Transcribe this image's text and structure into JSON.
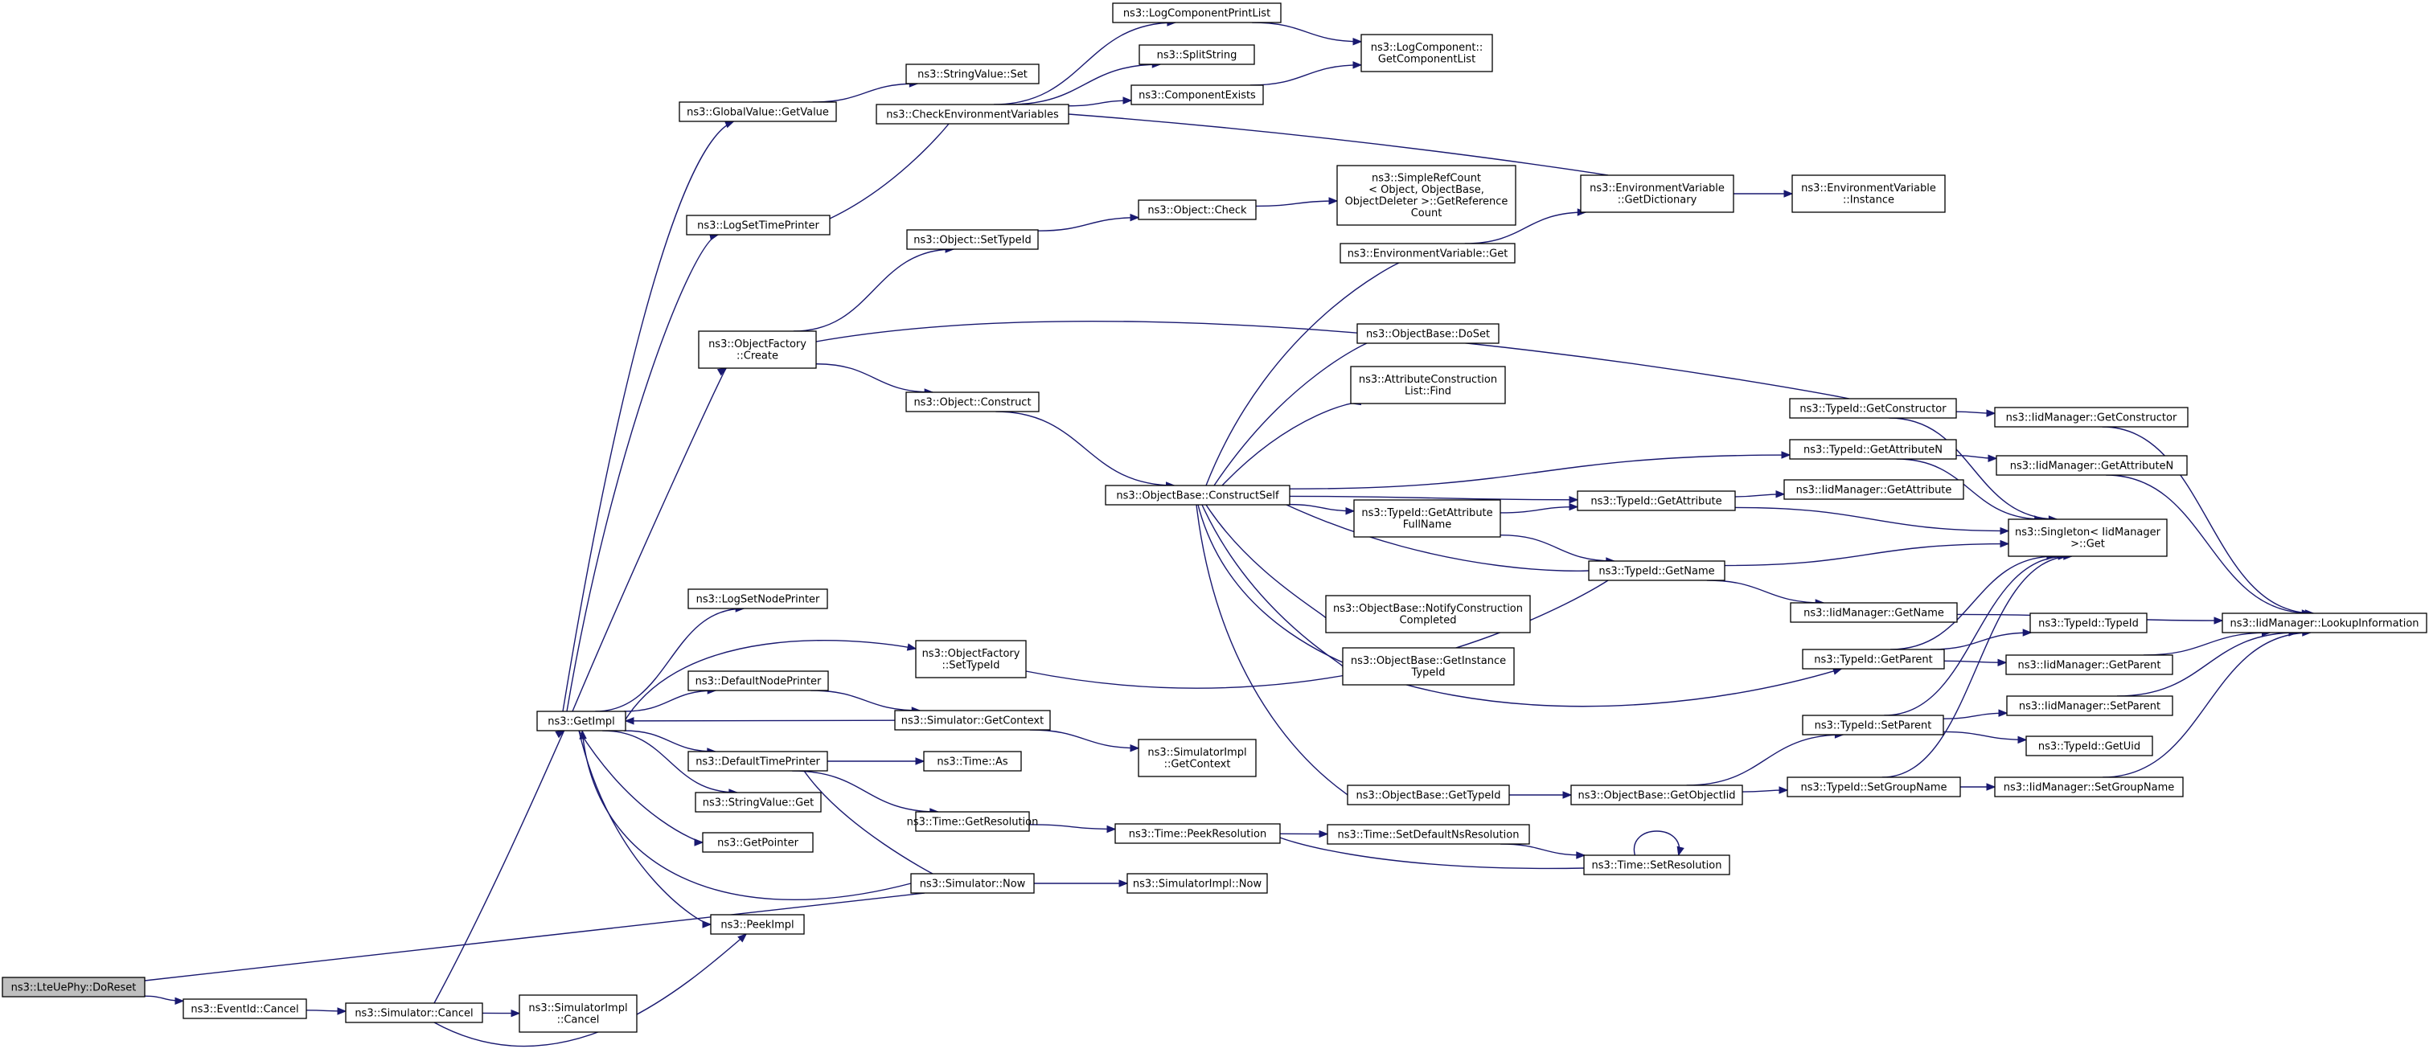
{
  "diagram": {
    "root": "ns3::LteUePhy::DoReset",
    "colors": {
      "edge": "#191970",
      "node_border": "#000000",
      "node_fill": "#ffffff",
      "root_fill": "#bfbfbf"
    },
    "nodes": [
      {
        "id": "doreset",
        "lines": [
          "ns3::LteUePhy::DoReset"
        ]
      },
      {
        "id": "evcancel",
        "lines": [
          "ns3::EventId::Cancel"
        ]
      },
      {
        "id": "simcancel",
        "lines": [
          "ns3::Simulator::Cancel"
        ]
      },
      {
        "id": "simimplcancel",
        "lines": [
          "ns3::SimulatorImpl",
          "::Cancel"
        ]
      },
      {
        "id": "getimpl",
        "lines": [
          "ns3::GetImpl"
        ]
      },
      {
        "id": "peekimpl",
        "lines": [
          "ns3::PeekImpl"
        ]
      },
      {
        "id": "getpointer",
        "lines": [
          "ns3::GetPointer"
        ]
      },
      {
        "id": "strvalget",
        "lines": [
          "ns3::StringValue::Get"
        ]
      },
      {
        "id": "deftimeprinter",
        "lines": [
          "ns3::DefaultTimePrinter"
        ]
      },
      {
        "id": "defnodeprinter",
        "lines": [
          "ns3::DefaultNodePrinter"
        ]
      },
      {
        "id": "logsetnodeprinter",
        "lines": [
          "ns3::LogSetNodePrinter"
        ]
      },
      {
        "id": "objfactcreate",
        "lines": [
          "ns3::ObjectFactory",
          "::Create"
        ]
      },
      {
        "id": "logsettimeprinter",
        "lines": [
          "ns3::LogSetTimePrinter"
        ]
      },
      {
        "id": "gvgetvalue",
        "lines": [
          "ns3::GlobalValue::GetValue"
        ]
      },
      {
        "id": "objfactsettypeid",
        "lines": [
          "ns3::ObjectFactory",
          "::SetTypeId"
        ]
      },
      {
        "id": "simgetcontext",
        "lines": [
          "ns3::Simulator::GetContext"
        ]
      },
      {
        "id": "simnow",
        "lines": [
          "ns3::Simulator::Now"
        ]
      },
      {
        "id": "timeas",
        "lines": [
          "ns3::Time::As"
        ]
      },
      {
        "id": "timegetres",
        "lines": [
          "ns3::Time::GetResolution"
        ]
      },
      {
        "id": "simimplgetctx",
        "lines": [
          "ns3::SimulatorImpl",
          "::GetContext"
        ]
      },
      {
        "id": "strvalset",
        "lines": [
          "ns3::StringValue::Set"
        ]
      },
      {
        "id": "checkenv",
        "lines": [
          "ns3::CheckEnvironmentVariables"
        ]
      },
      {
        "id": "objsettypeid",
        "lines": [
          "ns3::Object::SetTypeId"
        ]
      },
      {
        "id": "objconstruct",
        "lines": [
          "ns3::Object::Construct"
        ]
      },
      {
        "id": "simimplnow",
        "lines": [
          "ns3::SimulatorImpl::Now"
        ]
      },
      {
        "id": "timepeekres",
        "lines": [
          "ns3::Time::PeekResolution"
        ]
      },
      {
        "id": "logcompprintlist",
        "lines": [
          "ns3::LogComponentPrintList"
        ]
      },
      {
        "id": "splitstring",
        "lines": [
          "ns3::SplitString"
        ]
      },
      {
        "id": "compexists",
        "lines": [
          "ns3::ComponentExists"
        ]
      },
      {
        "id": "objcheck",
        "lines": [
          "ns3::Object::Check"
        ]
      },
      {
        "id": "objbaseconstructself",
        "lines": [
          "ns3::ObjectBase::ConstructSelf"
        ]
      },
      {
        "id": "logcompgetlist",
        "lines": [
          "ns3::LogComponent::",
          "GetComponentList"
        ]
      },
      {
        "id": "simplerefcount",
        "lines": [
          "ns3::SimpleRefCount",
          "< Object, ObjectBase,",
          "ObjectDeleter >::GetReference",
          "Count"
        ]
      },
      {
        "id": "envvarget",
        "lines": [
          "ns3::EnvironmentVariable::Get"
        ]
      },
      {
        "id": "objbasedoset",
        "lines": [
          "ns3::ObjectBase::DoSet"
        ]
      },
      {
        "id": "attrconstrfind",
        "lines": [
          "ns3::AttributeConstruction",
          "List::Find"
        ]
      },
      {
        "id": "typeidgetattrfull",
        "lines": [
          "ns3::TypeId::GetAttribute",
          "FullName"
        ]
      },
      {
        "id": "objbasenotify",
        "lines": [
          "ns3::ObjectBase::NotifyConstruction",
          "Completed"
        ]
      },
      {
        "id": "objbasegetinst",
        "lines": [
          "ns3::ObjectBase::GetInstance",
          "TypeId"
        ]
      },
      {
        "id": "objbasegettypeid",
        "lines": [
          "ns3::ObjectBase::GetTypeId"
        ]
      },
      {
        "id": "timesetdefaultns",
        "lines": [
          "ns3::Time::SetDefaultNsResolution"
        ]
      },
      {
        "id": "envvargetdict",
        "lines": [
          "ns3::EnvironmentVariable",
          "::GetDictionary"
        ]
      },
      {
        "id": "typeidgetattr",
        "lines": [
          "ns3::TypeId::GetAttribute"
        ]
      },
      {
        "id": "typeidgetname",
        "lines": [
          "ns3::TypeId::GetName"
        ]
      },
      {
        "id": "objbasegetobjtid",
        "lines": [
          "ns3::ObjectBase::GetObjectIid"
        ]
      },
      {
        "id": "timesetres",
        "lines": [
          "ns3::Time::SetResolution"
        ]
      },
      {
        "id": "envvarinstance",
        "lines": [
          "ns3::EnvironmentVariable",
          "::Instance"
        ]
      },
      {
        "id": "typeidgetconstructor",
        "lines": [
          "ns3::TypeId::GetConstructor"
        ]
      },
      {
        "id": "typeidgetattrn",
        "lines": [
          "ns3::TypeId::GetAttributeN"
        ]
      },
      {
        "id": "iidmgrgetattr",
        "lines": [
          "ns3::IidManager::GetAttribute"
        ]
      },
      {
        "id": "iidmgrgetname",
        "lines": [
          "ns3::IidManager::GetName"
        ]
      },
      {
        "id": "typeidgetparent",
        "lines": [
          "ns3::TypeId::GetParent"
        ]
      },
      {
        "id": "typeidsetparent",
        "lines": [
          "ns3::TypeId::SetParent"
        ]
      },
      {
        "id": "typeidsetgroupname",
        "lines": [
          "ns3::TypeId::SetGroupName"
        ]
      },
      {
        "id": "iidmgrgetconstructor",
        "lines": [
          "ns3::IidManager::GetConstructor"
        ]
      },
      {
        "id": "iidmgrgetattrn",
        "lines": [
          "ns3::IidManager::GetAttributeN"
        ]
      },
      {
        "id": "singletonget",
        "lines": [
          "ns3::Singleton< IidManager",
          " >::Get"
        ]
      },
      {
        "id": "typeidtypeid",
        "lines": [
          "ns3::TypeId::TypeId"
        ]
      },
      {
        "id": "iidmgrgetparent",
        "lines": [
          "ns3::IidManager::GetParent"
        ]
      },
      {
        "id": "iidmgrsetparent",
        "lines": [
          "ns3::IidManager::SetParent"
        ]
      },
      {
        "id": "typeidgetuid",
        "lines": [
          "ns3::TypeId::GetUid"
        ]
      },
      {
        "id": "iidmgrsetgroupname",
        "lines": [
          "ns3::IidManager::SetGroupName"
        ]
      },
      {
        "id": "iidmgrlookup",
        "lines": [
          "ns3::IidManager::LookupInformation"
        ]
      }
    ],
    "edges": [
      [
        "doreset",
        "evcancel"
      ],
      [
        "doreset",
        "simnow"
      ],
      [
        "evcancel",
        "simcancel"
      ],
      [
        "simcancel",
        "simimplcancel"
      ],
      [
        "simcancel",
        "getimpl"
      ],
      [
        "simcancel",
        "peekimpl"
      ],
      [
        "getimpl",
        "peekimpl"
      ],
      [
        "getimpl",
        "getpointer"
      ],
      [
        "getimpl",
        "strvalget"
      ],
      [
        "getimpl",
        "deftimeprinter"
      ],
      [
        "getimpl",
        "defnodeprinter"
      ],
      [
        "getimpl",
        "logsetnodeprinter"
      ],
      [
        "getimpl",
        "objfactcreate"
      ],
      [
        "getimpl",
        "logsettimeprinter"
      ],
      [
        "getimpl",
        "gvgetvalue"
      ],
      [
        "getimpl",
        "objfactsettypeid"
      ],
      [
        "simgetcontext",
        "getimpl"
      ],
      [
        "simnow",
        "getimpl"
      ],
      [
        "defnodeprinter",
        "simgetcontext"
      ],
      [
        "deftimeprinter",
        "timeas"
      ],
      [
        "deftimeprinter",
        "timegetres"
      ],
      [
        "deftimeprinter",
        "simnow"
      ],
      [
        "simgetcontext",
        "simimplgetctx"
      ],
      [
        "simnow",
        "simimplnow"
      ],
      [
        "timegetres",
        "timepeekres"
      ],
      [
        "gvgetvalue",
        "strvalset"
      ],
      [
        "logsettimeprinter",
        "checkenv"
      ],
      [
        "objfactcreate",
        "objsettypeid"
      ],
      [
        "objfactcreate",
        "objconstruct"
      ],
      [
        "objfactcreate",
        "typeidgetconstructor"
      ],
      [
        "objfactsettypeid",
        "typeidgetname"
      ],
      [
        "checkenv",
        "logcompprintlist"
      ],
      [
        "checkenv",
        "splitstring"
      ],
      [
        "checkenv",
        "compexists"
      ],
      [
        "checkenv",
        "envvargetdict"
      ],
      [
        "logcompprintlist",
        "logcompgetlist"
      ],
      [
        "compexists",
        "logcompgetlist"
      ],
      [
        "objsettypeid",
        "objcheck"
      ],
      [
        "objcheck",
        "simplerefcount"
      ],
      [
        "objconstruct",
        "objbaseconstructself"
      ],
      [
        "objbaseconstructself",
        "envvarget"
      ],
      [
        "objbaseconstructself",
        "objbasedoset"
      ],
      [
        "objbaseconstructself",
        "attrconstrfind"
      ],
      [
        "objbaseconstructself",
        "typeidgetattrn"
      ],
      [
        "objbaseconstructself",
        "typeidgetattrfull"
      ],
      [
        "objbaseconstructself",
        "typeidgetattr"
      ],
      [
        "objbaseconstructself",
        "typeidgetname"
      ],
      [
        "objbaseconstructself",
        "objbasenotify"
      ],
      [
        "objbaseconstructself",
        "objbasegetinst"
      ],
      [
        "objbaseconstructself",
        "typeidgetparent"
      ],
      [
        "objbaseconstructself",
        "objbasegettypeid"
      ],
      [
        "envvarget",
        "envvargetdict"
      ],
      [
        "envvargetdict",
        "envvarinstance"
      ],
      [
        "typeidgetattrfull",
        "typeidgetattr"
      ],
      [
        "typeidgetattrfull",
        "typeidgetname"
      ],
      [
        "typeidgetattr",
        "iidmgrgetattr"
      ],
      [
        "typeidgetattr",
        "singletonget"
      ],
      [
        "typeidgetname",
        "singletonget"
      ],
      [
        "typeidgetname",
        "iidmgrgetname"
      ],
      [
        "typeidgetconstructor",
        "iidmgrgetconstructor"
      ],
      [
        "typeidgetconstructor",
        "singletonget"
      ],
      [
        "typeidgetattrn",
        "iidmgrgetattrn"
      ],
      [
        "typeidgetattrn",
        "singletonget"
      ],
      [
        "iidmgrgetconstructor",
        "iidmgrlookup"
      ],
      [
        "iidmgrgetattrn",
        "iidmgrlookup"
      ],
      [
        "iidmgrgetname",
        "iidmgrlookup"
      ],
      [
        "typeidgetparent",
        "singletonget"
      ],
      [
        "typeidgetparent",
        "typeidtypeid"
      ],
      [
        "typeidgetparent",
        "iidmgrgetparent"
      ],
      [
        "iidmgrgetparent",
        "iidmgrlookup"
      ],
      [
        "objbasegettypeid",
        "objbasegetobjtid"
      ],
      [
        "objbasegetobjtid",
        "typeidsetparent"
      ],
      [
        "objbasegetobjtid",
        "typeidsetgroupname"
      ],
      [
        "typeidsetparent",
        "singletonget"
      ],
      [
        "typeidsetparent",
        "iidmgrsetparent"
      ],
      [
        "typeidsetparent",
        "typeidgetuid"
      ],
      [
        "iidmgrsetparent",
        "iidmgrlookup"
      ],
      [
        "typeidsetgroupname",
        "singletonget"
      ],
      [
        "typeidsetgroupname",
        "iidmgrsetgroupname"
      ],
      [
        "iidmgrsetgroupname",
        "iidmgrlookup"
      ],
      [
        "timepeekres",
        "timesetdefaultns"
      ],
      [
        "timesetdefaultns",
        "timesetres"
      ],
      [
        "timesetres",
        "timesetres"
      ],
      [
        "timesetres",
        "timepeekres"
      ]
    ]
  }
}
